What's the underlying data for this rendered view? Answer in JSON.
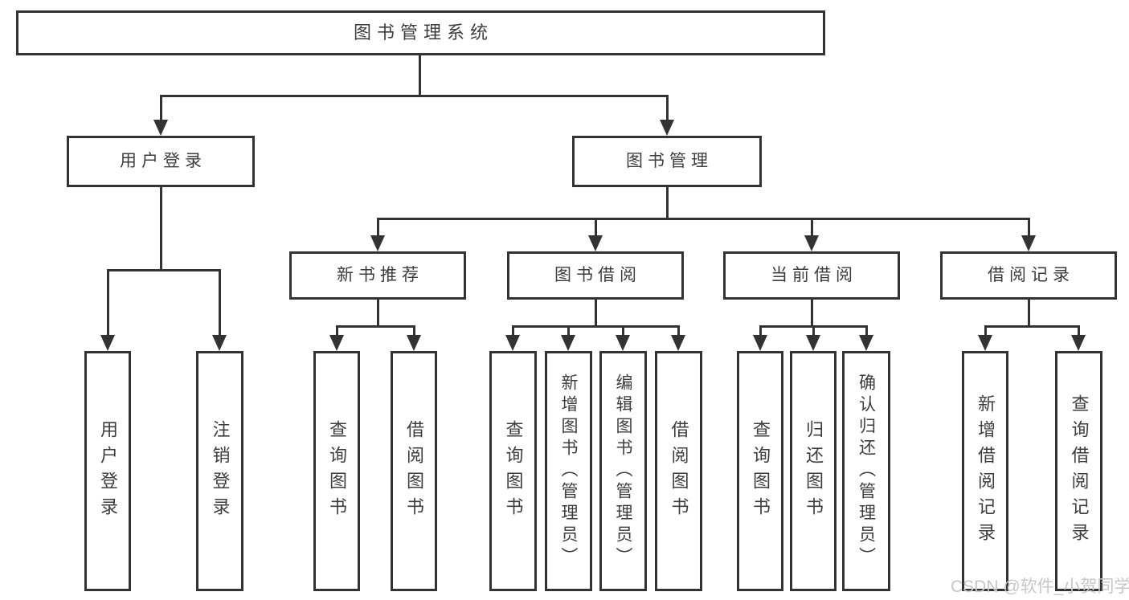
{
  "diagram": {
    "root": {
      "label": "图书管理系统"
    },
    "branches": [
      {
        "label": "用户登录",
        "children": [
          {
            "label": "用户登录"
          },
          {
            "label": "注销登录"
          }
        ]
      },
      {
        "label": "图书管理",
        "groups": [
          {
            "label": "新书推荐",
            "children": [
              {
                "label": "查询图书"
              },
              {
                "label": "借阅图书"
              }
            ]
          },
          {
            "label": "图书借阅",
            "children": [
              {
                "label": "查询图书"
              },
              {
                "label": "新增图书（管理员）"
              },
              {
                "label": "编辑图书（管理员）"
              },
              {
                "label": "借阅图书"
              }
            ]
          },
          {
            "label": "当前借阅",
            "children": [
              {
                "label": "查询图书"
              },
              {
                "label": "归还图书"
              },
              {
                "label": "确认归还（管理员）"
              }
            ]
          },
          {
            "label": "借阅记录",
            "children": [
              {
                "label": "新增借阅记录"
              },
              {
                "label": "查询借阅记录"
              }
            ]
          }
        ]
      }
    ]
  },
  "watermark": {
    "text": "CSDN @软件_小贺同学"
  },
  "colors": {
    "line": "#333333",
    "text": "#3d3d3d",
    "watermark": "#c7c7c7",
    "background": "#ffffff"
  }
}
